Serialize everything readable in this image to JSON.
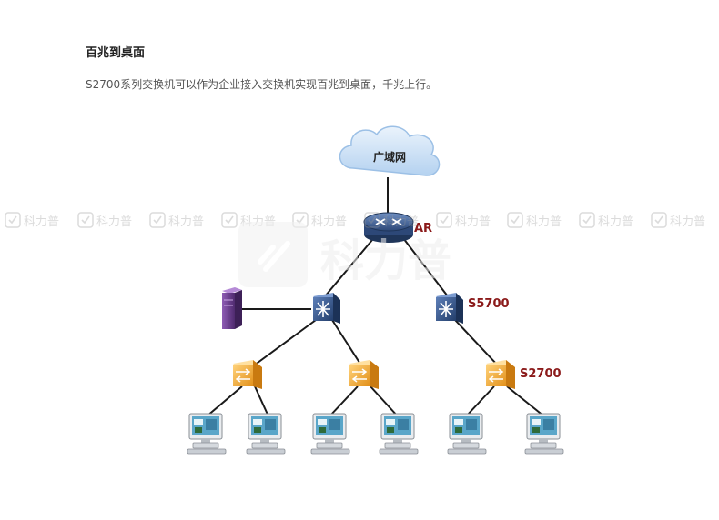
{
  "heading": "百兆到桌面",
  "description": "S2700系列交换机可以作为企业接入交换机实现百兆到桌面，千兆上行。",
  "diagram": {
    "cloud_label": "广域网",
    "router_label": "AR",
    "core_switch_label": "S5700",
    "access_switch_label": "S2700"
  },
  "watermark": {
    "text": "科力普"
  },
  "colors": {
    "label_red": "#8b1a1a",
    "link": "#1a1a1a",
    "cloud_fill": "#cfe2f7",
    "router_fill": "#3b5c8f",
    "core_switch_fill": "#2e4f85",
    "access_switch_fill": "#f0a830",
    "server_fill": "#6a3d8c"
  }
}
